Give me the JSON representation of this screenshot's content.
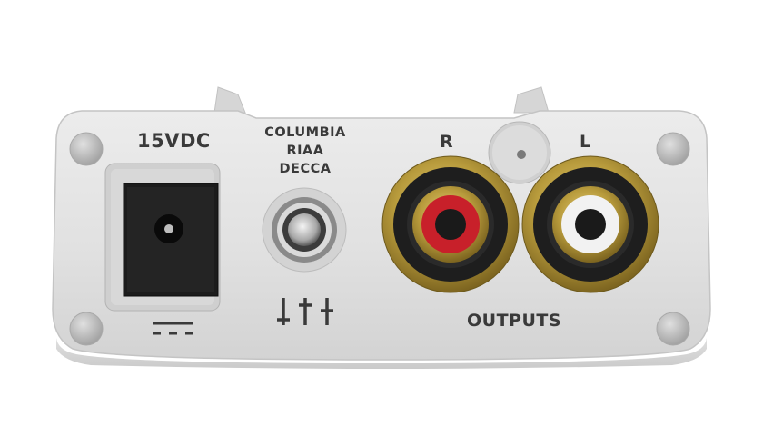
{
  "device": {
    "power_label": "15VDC",
    "eq_modes": [
      "COLUMBIA",
      "RIAA",
      "DECCA"
    ],
    "right_channel_label": "R",
    "left_channel_label": "L",
    "outputs_label": "OUTPUTS",
    "icons": {
      "power_jack": "dc-jack-icon",
      "dc_symbol": "dc-power-symbol-icon",
      "eq_switch": "toggle-switch-icon",
      "eq_symbol": "equalizer-symbol-icon",
      "rca_right": "rca-jack-icon",
      "rca_left": "rca-jack-icon",
      "screw": "screw-icon"
    },
    "colors": {
      "panel": "#e2e2e2",
      "panel_edge": "#c9c9c9",
      "gold": "#b59a3e",
      "right_insulator": "#c8202a",
      "left_insulator": "#f2f2f2",
      "jack_black": "#1e1e1e"
    }
  }
}
